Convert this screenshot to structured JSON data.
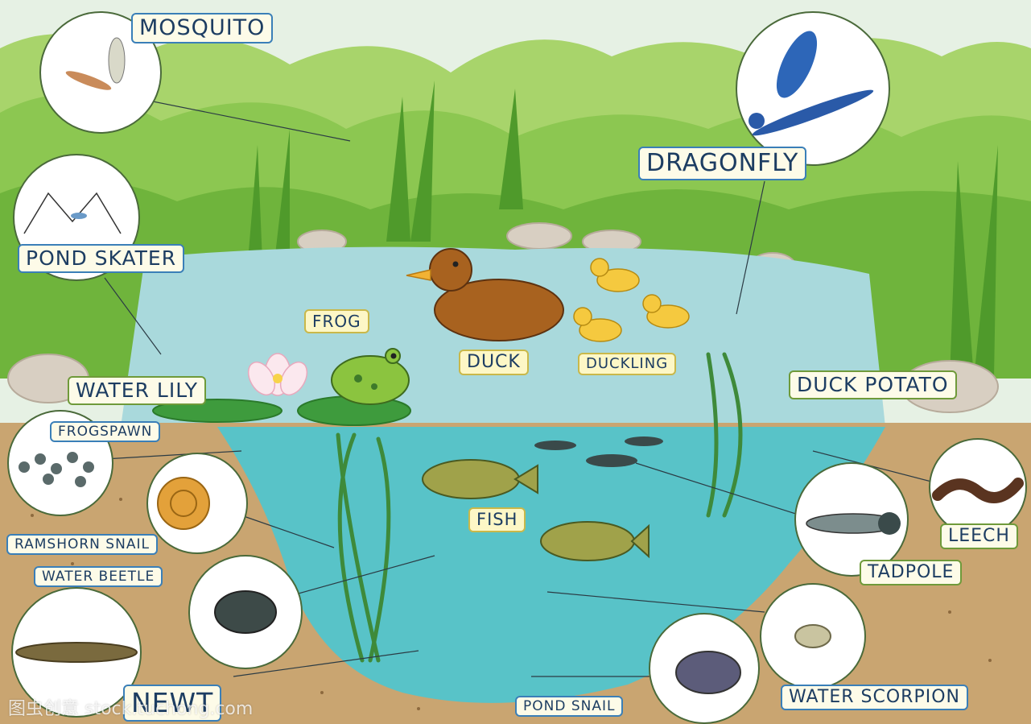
{
  "labels": {
    "mosquito": "MOSQUITO",
    "dragonfly": "DRAGONFLY",
    "pond_skater": "POND SKATER",
    "frog": "FROG",
    "duck": "DUCK",
    "duckling": "DUCKLING",
    "water_lily": "WATER LILY",
    "duck_potato": "DUCK POTATO",
    "frogspawn": "FROGSPAWN",
    "fish": "FISH",
    "ramshorn_snail": "RAMSHORN SNAIL",
    "water_beetle": "WATER BEETLE",
    "newt": "NEWT",
    "pond_snail": "POND SNAIL",
    "water_scorpion": "WATER SCORPION",
    "tadpole": "TADPOLE",
    "leech": "LEECH"
  },
  "watermark": "图虫创意 stock.tuchong.com",
  "colors": {
    "sky": "#e6f1e4",
    "grass": "#7cbf3c",
    "water_surface": "#a9d9dc",
    "water_deep": "#58c3c8",
    "soil": "#c9a571",
    "label_text": "#1d3d62",
    "label_border": "#6f9a3a"
  }
}
